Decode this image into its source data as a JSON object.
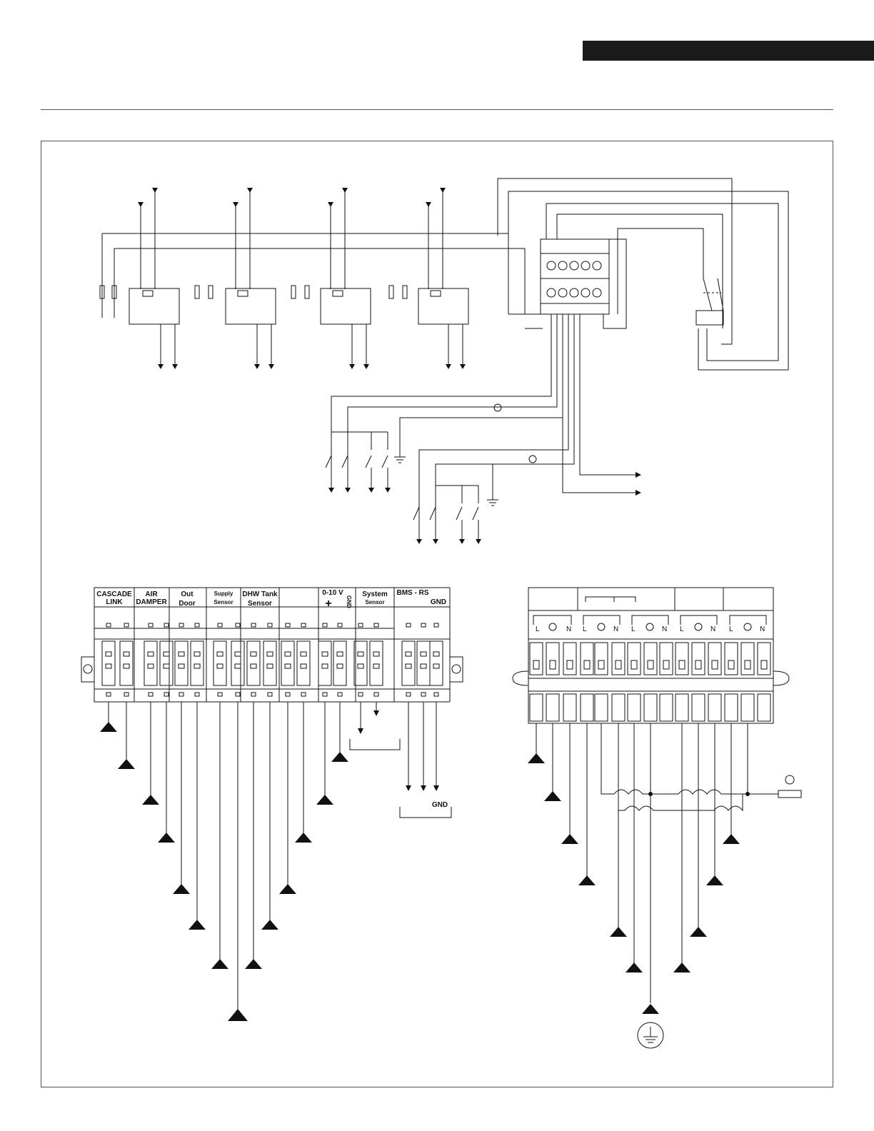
{
  "low_voltage_block": {
    "groups": [
      {
        "id": "cascade",
        "line1": "CASCADE",
        "line2": "LINK"
      },
      {
        "id": "air-damper",
        "line1": "AIR",
        "line2": "DAMPER"
      },
      {
        "id": "outdoor",
        "line1": "Out",
        "line2": "Door"
      },
      {
        "id": "supply",
        "line1": "Supply",
        "line2": "Sensor"
      },
      {
        "id": "dhw",
        "line1": "DHW Tank",
        "line2": "Sensor"
      },
      {
        "id": "blank",
        "line1": "",
        "line2": ""
      },
      {
        "id": "analog",
        "line1": "0-10 V",
        "line2": ""
      },
      {
        "id": "system",
        "line1": "System",
        "line2": "Sensor"
      },
      {
        "id": "bms",
        "line1": "BMS - RS",
        "line2": ""
      }
    ],
    "analog_plus": "+",
    "analog_gnd": "GND",
    "bms_gnd": "GND",
    "gnd_bracket_label": "GND"
  },
  "line_voltage_block": {
    "terminal_letters": {
      "line": "L",
      "neutral": "N"
    }
  }
}
